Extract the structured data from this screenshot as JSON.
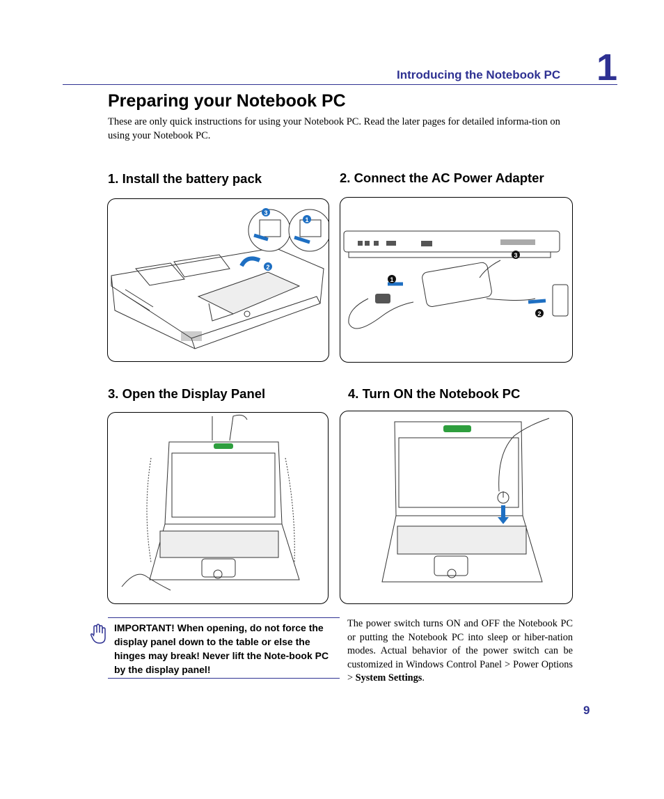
{
  "header": {
    "chapter_title": "Introducing the Notebook PC",
    "chapter_number": "1"
  },
  "page_title": "Preparing your Notebook PC",
  "intro": "These are only quick instructions for using your Notebook PC. Read the later pages for detailed informa-tion on using your Notebook PC.",
  "steps": [
    {
      "heading": "1. Install the battery pack",
      "markers": [
        "3",
        "1",
        "2"
      ]
    },
    {
      "heading": "2. Connect the AC Power Adapter",
      "markers": [
        "1",
        "3",
        "2"
      ]
    },
    {
      "heading": "3. Open the Display Panel"
    },
    {
      "heading": "4. Turn ON the Notebook PC"
    }
  ],
  "important": {
    "icon": "hand-icon",
    "text": "IMPORTANT!  When opening, do not force the display panel down to the table or else the hinges may break! Never lift the Note-book PC by the display panel!"
  },
  "power_note": {
    "text_main": "The power switch turns ON and OFF the Notebook PC or putting the Notebook PC into sleep or hiber-nation modes. Actual behavior of the power switch can be customized in Windows Control Panel > Power Options > ",
    "text_bold": "System Settings",
    "text_end": "."
  },
  "colors": {
    "accent": "#2e3192",
    "arrow_blue": "#1e6fc2",
    "marker_blue": "#1e6fc2",
    "screen_green": "#2e9e3e"
  },
  "page_number": "9"
}
